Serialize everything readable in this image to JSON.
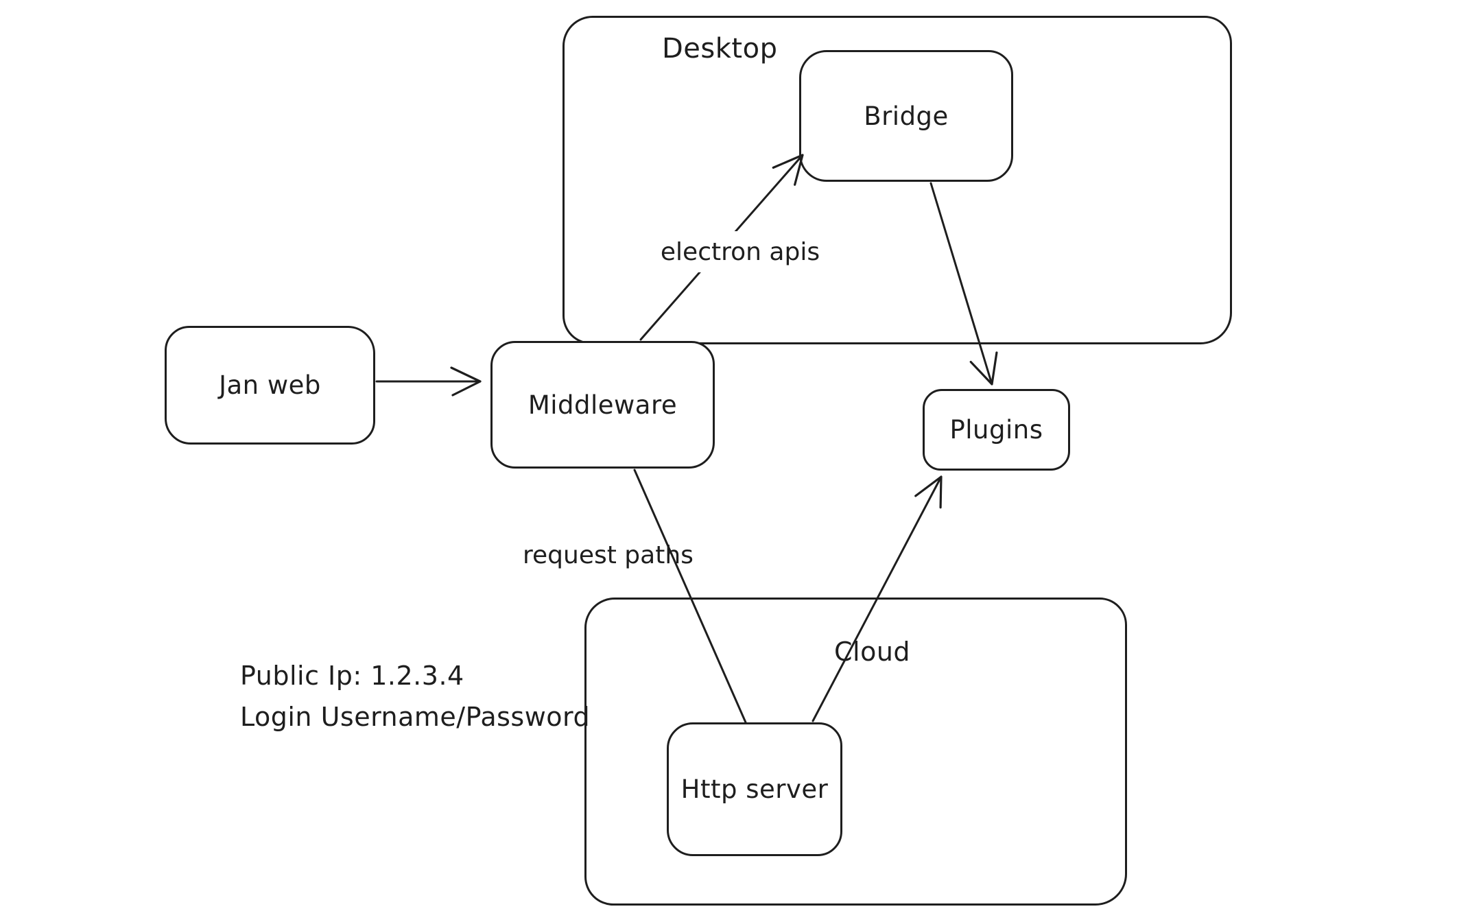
{
  "canvas": {
    "background": "#ffffff",
    "ink_color": "#1e1e1e"
  },
  "containers": {
    "desktop": {
      "label": "Desktop"
    },
    "cloud": {
      "label": "Cloud"
    }
  },
  "nodes": {
    "jan_web": {
      "label": "Jan web"
    },
    "middleware": {
      "label": "Middleware"
    },
    "bridge": {
      "label": "Bridge"
    },
    "plugins": {
      "label": "Plugins"
    },
    "http_server": {
      "label": "Http server"
    }
  },
  "edge_labels": {
    "electron_apis": "electron apis",
    "request_paths": "request paths"
  },
  "notes": {
    "public_ip": "Public Ip: 1.2.3.4",
    "login": "Login Username/Password"
  },
  "edges": [
    {
      "from": "jan_web",
      "to": "middleware",
      "arrowhead": true,
      "label": ""
    },
    {
      "from": "middleware",
      "to": "bridge",
      "arrowhead": true,
      "label": "electron apis"
    },
    {
      "from": "bridge",
      "to": "plugins",
      "arrowhead": true,
      "label": ""
    },
    {
      "from": "middleware",
      "to": "http_server",
      "arrowhead": false,
      "label": "request paths"
    },
    {
      "from": "http_server",
      "to": "plugins",
      "arrowhead": true,
      "label": ""
    }
  ]
}
